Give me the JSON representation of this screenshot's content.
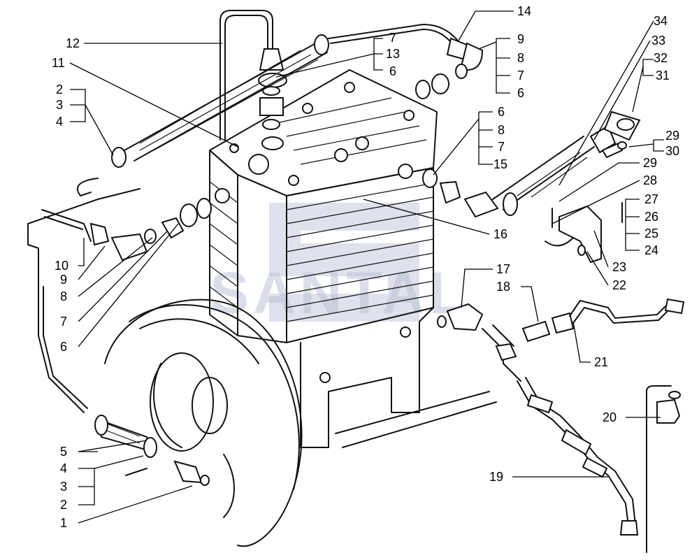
{
  "labels": {
    "l1": "1",
    "l2a": "2",
    "l3a": "3",
    "l4a": "4",
    "l5": "5",
    "l6a": "6",
    "l7a": "7",
    "l8a": "8",
    "l9a": "9",
    "l10": "10",
    "l11": "11",
    "l12": "12",
    "l2b": "2",
    "l3b": "3",
    "l4b": "4",
    "l14": "14",
    "l7b": "7",
    "l13": "13",
    "l6b": "6",
    "l9b": "9",
    "l8b": "8",
    "l7c": "7",
    "l6c": "6",
    "l6d": "6",
    "l8c": "8",
    "l7d": "7",
    "l15": "15",
    "l16": "16",
    "l34": "34",
    "l33": "33",
    "l32": "32",
    "l31": "31",
    "l29a": "29",
    "l30": "30",
    "l29b": "29",
    "l28": "28",
    "l27": "27",
    "l26": "26",
    "l25": "25",
    "l24": "24",
    "l23": "23",
    "l22": "22",
    "l17": "17",
    "l18": "18",
    "l21": "21",
    "l20": "20",
    "l19": "19"
  },
  "watermark": "SANTAL"
}
